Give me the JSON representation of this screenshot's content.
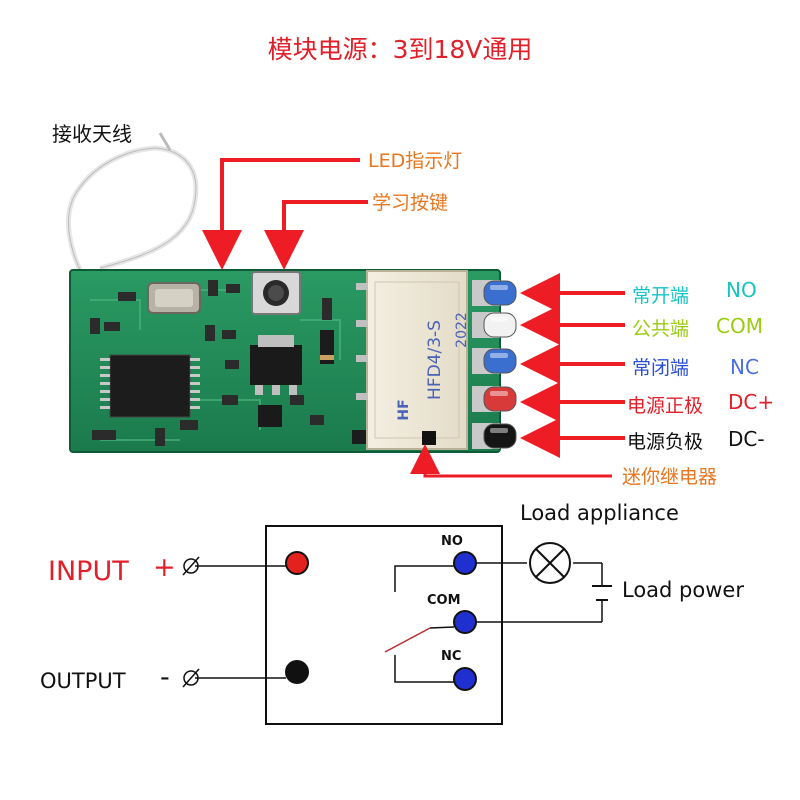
{
  "title": "模块电源：3到18V通用",
  "antenna_label": "接收天线",
  "callouts": {
    "led": "LED指示灯",
    "learn_key": "学习按键",
    "mini_relay": "迷你继电器"
  },
  "relay_markings": {
    "model": "HFD4/3-S",
    "year": "2022",
    "brand": "HF"
  },
  "terminals": [
    {
      "cn": "常开端",
      "en": "NO",
      "cn_color": "#17c4c4",
      "en_color": "#17c4c4",
      "pin_color": "#3a6fd0"
    },
    {
      "cn": "公共端",
      "en": "COM",
      "cn_color": "#9ccc10",
      "en_color": "#9ccc10",
      "pin_color": "#f2f2f2"
    },
    {
      "cn": "常闭端",
      "en": "NC",
      "cn_color": "#2d4fd6",
      "en_color": "#4a6fe0",
      "pin_color": "#3a6fd0"
    },
    {
      "cn": "电源正极",
      "en": "DC+",
      "cn_color": "#e0202a",
      "en_color": "#e0202a",
      "pin_color": "#d83a3a"
    },
    {
      "cn": "电源负极",
      "en": "DC-",
      "cn_color": "#111111",
      "en_color": "#111111",
      "pin_color": "#151515"
    }
  ],
  "diagram": {
    "load_appliance": "Load appliance",
    "load_power": "Load power",
    "input_label": "INPUT",
    "input_sign": "+",
    "output_label": "OUTPUT",
    "output_sign": "-",
    "pin_no": "NO",
    "pin_com": "COM",
    "pin_nc": "NC"
  },
  "colors": {
    "accent_red": "#e0202a",
    "callout_orange": "#e8761e",
    "pcb_green": "#1f8a57",
    "diagram_blue": "#1f2fd0"
  },
  "icons": [
    "antenna-wire-icon",
    "lamp-icon",
    "battery-icon",
    "screw-terminal-icon"
  ]
}
